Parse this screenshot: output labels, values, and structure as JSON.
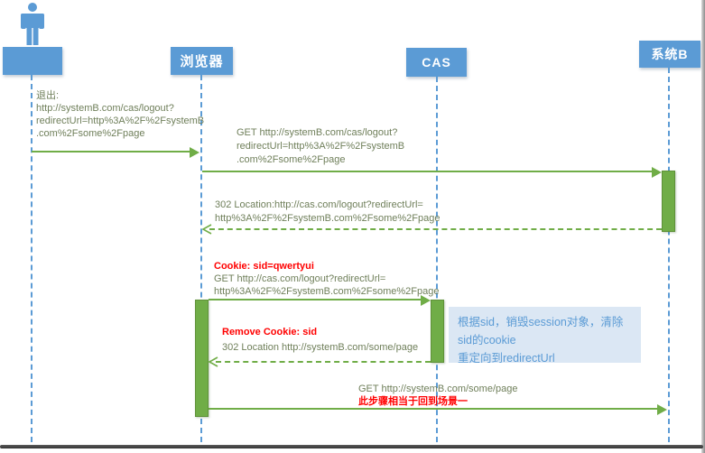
{
  "participants": {
    "user": {
      "label": "",
      "type": "actor"
    },
    "browser": {
      "label": "浏览器"
    },
    "cas": {
      "label": "CAS"
    },
    "systemB": {
      "label": "系统B"
    }
  },
  "messages": {
    "m1": {
      "from": "user",
      "to": "browser",
      "style": "solid",
      "lines": [
        "退出:",
        "http://systemB.com/cas/logout?",
        "redirectUrl=http%3A%2F%2FsystemB",
        ".com%2Fsome%2Fpage"
      ]
    },
    "m2": {
      "from": "browser",
      "to": "systemB",
      "style": "solid",
      "lines": [
        "GET http://systemB.com/cas/logout?",
        "redirectUrl=http%3A%2F%2FsystemB",
        ".com%2Fsome%2Fpage"
      ]
    },
    "m3": {
      "from": "systemB",
      "to": "browser",
      "style": "dashed-return",
      "lines": [
        "302 Location:http://cas.com/logout?redirectUrl=",
        "http%3A%2F%2FsystemB.com%2Fsome%2Fpage"
      ]
    },
    "m4": {
      "from": "browser",
      "to": "cas",
      "style": "solid",
      "highlight": "Cookie: sid=qwertyui",
      "lines": [
        "GET http://cas.com/logout?redirectUrl=",
        "http%3A%2F%2FsystemB.com%2Fsome%2Fpage"
      ]
    },
    "m5": {
      "from": "cas",
      "to": "browser",
      "style": "dashed-return",
      "highlight": "Remove Cookie: sid",
      "lines": [
        "302 Location http://systemB.com/some/page"
      ]
    },
    "m6": {
      "from": "browser",
      "to": "systemB",
      "style": "solid",
      "lines": [
        "GET  http://systemB.com/some/page"
      ],
      "annotation": "此步骤相当于回到场景一"
    }
  },
  "note": {
    "lines": [
      "根据sid，销毁session对象，清除",
      "sid的cookie",
      "重定向到redirectUrl"
    ]
  },
  "colors": {
    "accent_blue": "#5b9bd5",
    "accent_green": "#70ad47",
    "note_bg": "#dbe7f4",
    "note_text": "#5b9bd5",
    "message_text": "#6f7f5a",
    "annotation_red": "#ff0000"
  }
}
